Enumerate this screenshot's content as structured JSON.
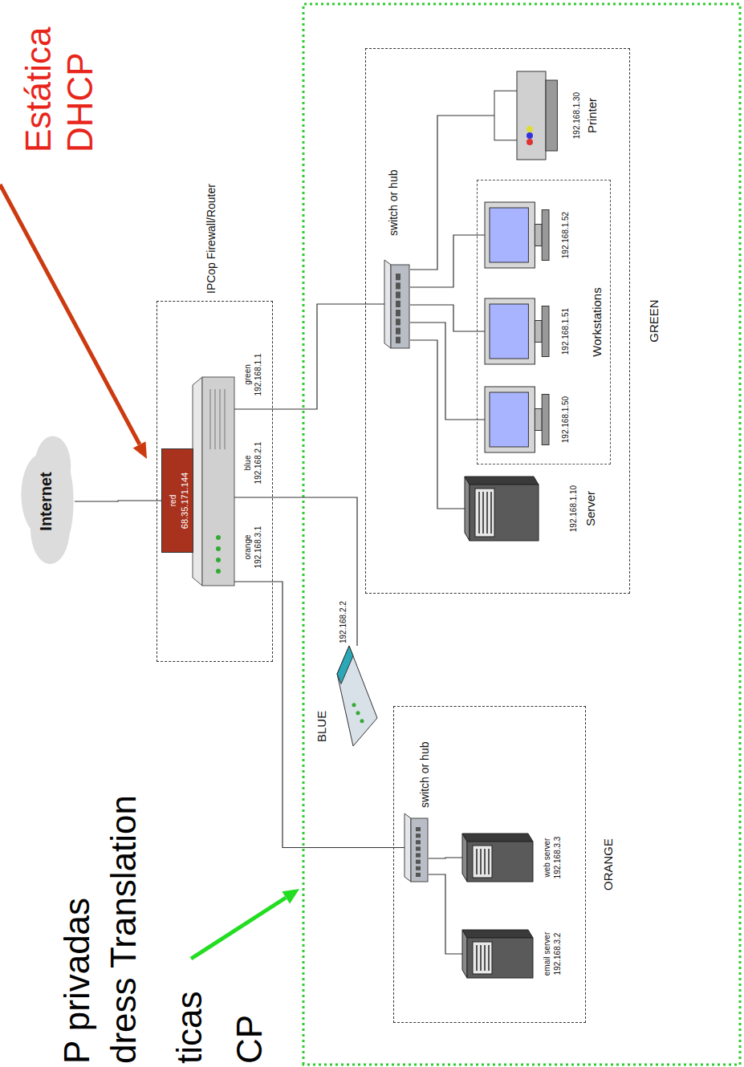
{
  "diagram": {
    "nodes": [
      {
        "text": [
          "Internet"
        ]
      },
      {
        "text": [
          "IPCop Firewall/Router"
        ]
      },
      {
        "text": [
          "red",
          "68.35.171.144"
        ],
        "in": 1
      },
      {
        "text": [
          "GREEN"
        ]
      },
      {
        "text": [
          "switch or hub"
        ],
        "in": 3
      },
      {
        "text": [
          "192.168.1.10",
          "Server"
        ],
        "in": 3
      },
      {
        "text": [
          "Workstations"
        ],
        "in": 3
      },
      {
        "text": [
          "192.168.1.50"
        ],
        "in": 6
      },
      {
        "text": [
          "192.168.1.51"
        ],
        "in": 6
      },
      {
        "text": [
          "192.168.1.52"
        ],
        "in": 6
      },
      {
        "text": [
          "192.168.1.30",
          "Printer"
        ],
        "in": 3
      },
      {
        "text": [
          "BLUE",
          "192.168.2.2"
        ]
      },
      {
        "text": [
          "ORANGE"
        ]
      },
      {
        "text": [
          "switch or hub"
        ],
        "in": 12
      },
      {
        "text": [
          "web server 192.168.3.3"
        ],
        "in": 12
      },
      {
        "text": [
          "email server 192.168.3.2"
        ],
        "in": 12
      }
    ],
    "edges": [
      {
        "from": 0,
        "to": 2,
        "arrow": "none"
      },
      {
        "from": 1,
        "to": 4,
        "arrow": "none"
      },
      {
        "from": 1,
        "to": 11,
        "arrow": "none"
      },
      {
        "from": 1,
        "to": 13,
        "arrow": "none"
      },
      {
        "from": 4,
        "to": 5,
        "arrow": "none"
      },
      {
        "from": 4,
        "to": 7,
        "arrow": "none"
      },
      {
        "from": 4,
        "to": 8,
        "arrow": "none"
      },
      {
        "from": 4,
        "to": 9,
        "arrow": "none"
      },
      {
        "from": 4,
        "to": 10,
        "arrow": "none"
      },
      {
        "from": 13,
        "to": 14,
        "arrow": "none"
      },
      {
        "from": 13,
        "to": 15,
        "arrow": "none"
      }
    ],
    "labels": [
      "Estática",
      "DHCP",
      "P privadas",
      "dress Translation",
      "ticas",
      "CP",
      "green 192.168.1.1",
      "blue 192.168.2.1",
      "orange 192.168.3.1"
    ]
  }
}
